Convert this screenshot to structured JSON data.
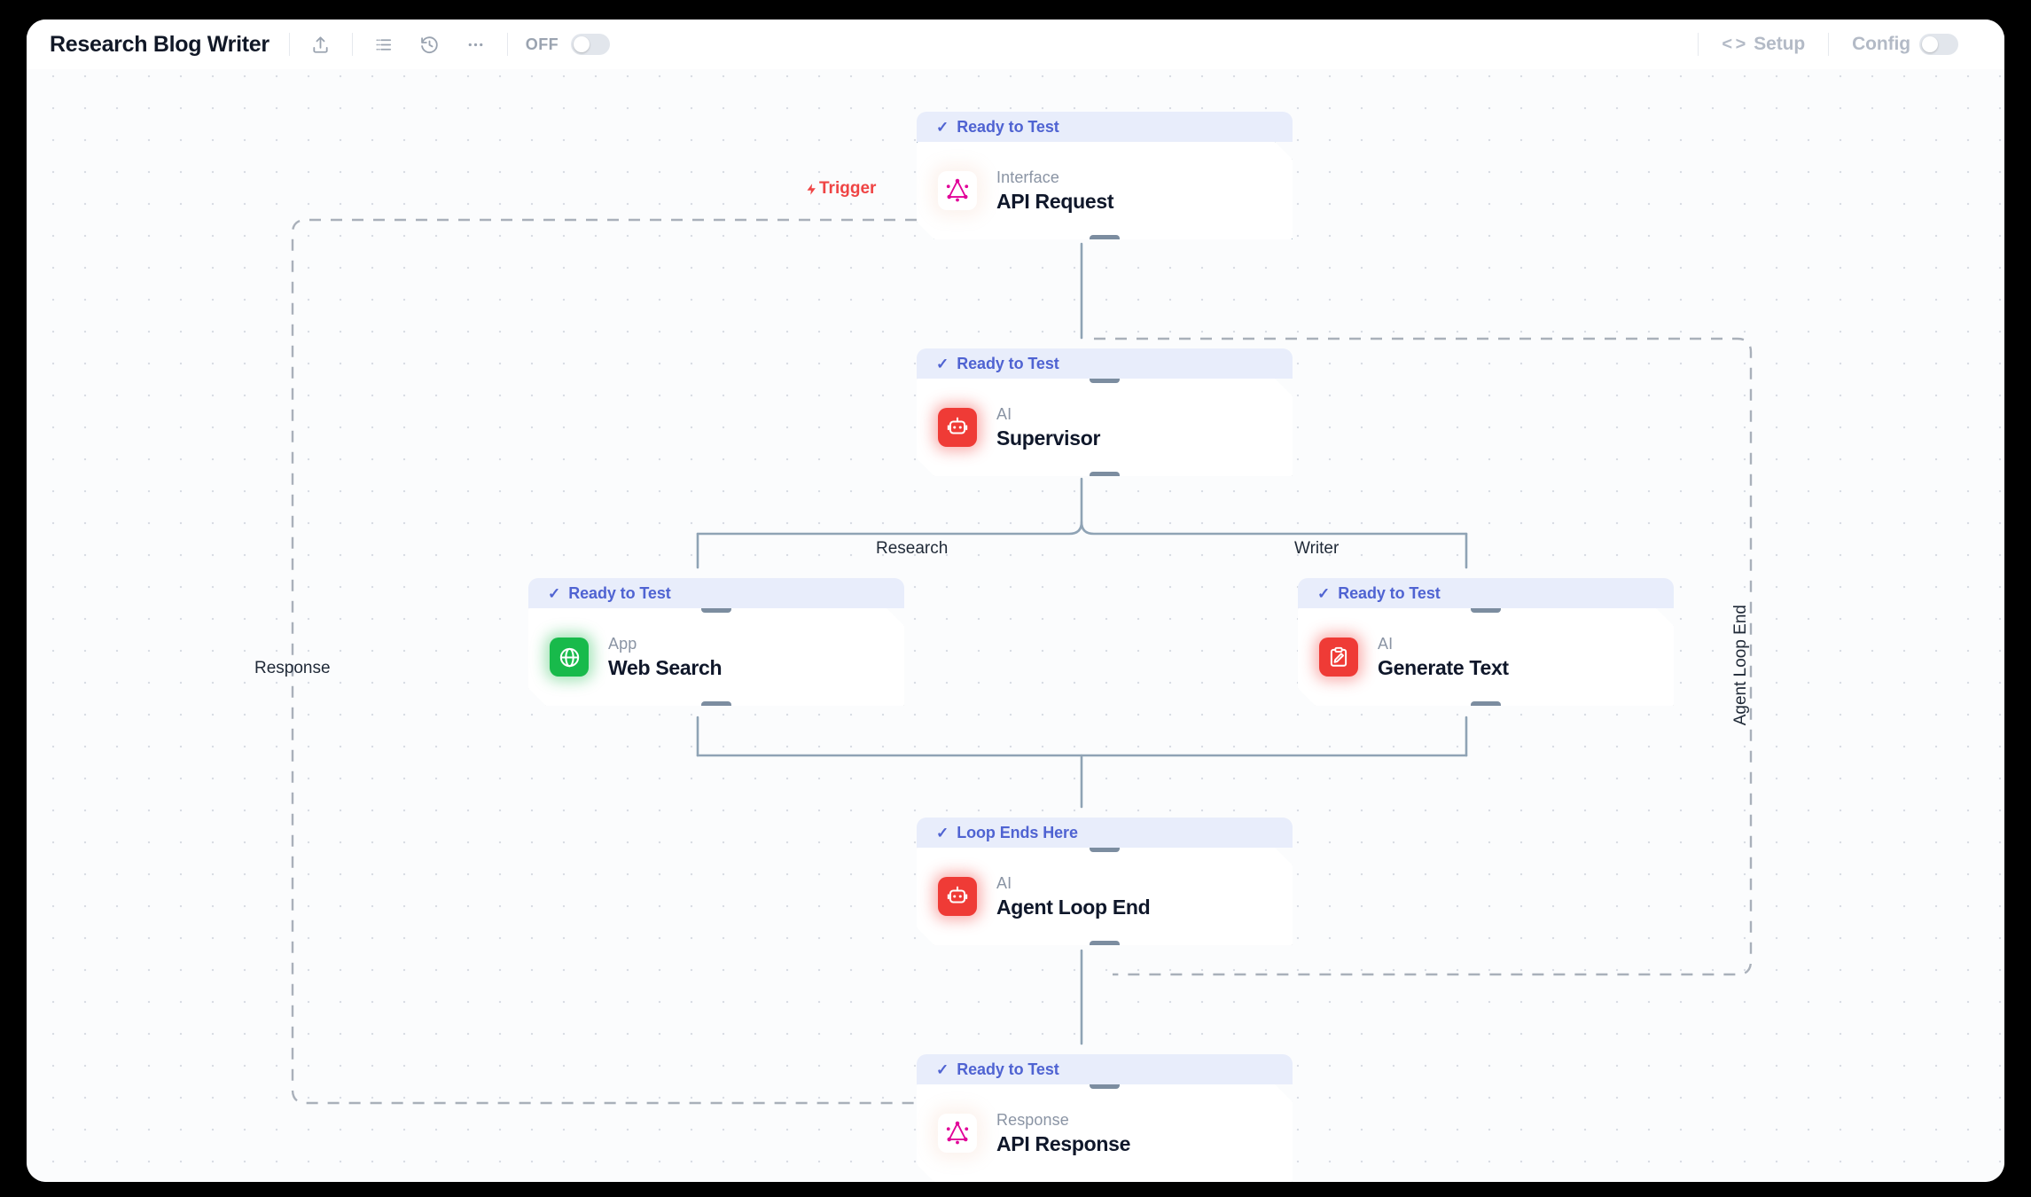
{
  "window": {
    "background": "#000000",
    "canvas_background": "#fbfcfd"
  },
  "topbar": {
    "workflow_title": "Research Blog Writer",
    "share_icon": "upload-icon",
    "list_icon": "list-icon",
    "history_icon": "history-icon",
    "more_icon": "more-horizontal-icon",
    "toggle_label": "OFF",
    "toggle_state": "off",
    "setup_label": "Setup",
    "setup_icon": "code-brackets-icon",
    "config_label": "Config",
    "config_toggle_state": "off"
  },
  "edge_labels": {
    "trigger": "Trigger",
    "trigger_icon": "lightning-bolt-icon",
    "trigger_color": "#ef4444",
    "research": "Research",
    "writer": "Writer",
    "response": "Response",
    "agent_loop_end": "Agent Loop End"
  },
  "status_colors": {
    "ready_text": "#4f63d2",
    "ready_bg": "#e8edfb"
  },
  "nodes": [
    {
      "id": "api-request",
      "status": "Ready to Test",
      "kind": "Interface",
      "name": "API Request",
      "icon": "graphql-icon",
      "icon_color": "#e10098",
      "selected": true
    },
    {
      "id": "supervisor",
      "status": "Ready to Test",
      "kind": "AI",
      "name": "Supervisor",
      "icon": "robot-icon",
      "icon_color": "#ef3b36",
      "selected": false
    },
    {
      "id": "web-search",
      "status": "Ready to Test",
      "kind": "App",
      "name": "Web Search",
      "icon": "globe-icon",
      "icon_color": "#18ba4b",
      "selected": false
    },
    {
      "id": "generate-text",
      "status": "Ready to Test",
      "kind": "AI",
      "name": "Generate Text",
      "icon": "clipboard-pencil-icon",
      "icon_color": "#ef3b36",
      "selected": false
    },
    {
      "id": "agent-loop-end",
      "status": "Loop Ends Here",
      "kind": "AI",
      "name": "Agent Loop End",
      "icon": "robot-icon",
      "icon_color": "#ef3b36",
      "selected": false
    },
    {
      "id": "api-response",
      "status": "Ready to Test",
      "kind": "Response",
      "name": "API Response",
      "icon": "graphql-icon",
      "icon_color": "#e10098",
      "selected": false
    }
  ]
}
